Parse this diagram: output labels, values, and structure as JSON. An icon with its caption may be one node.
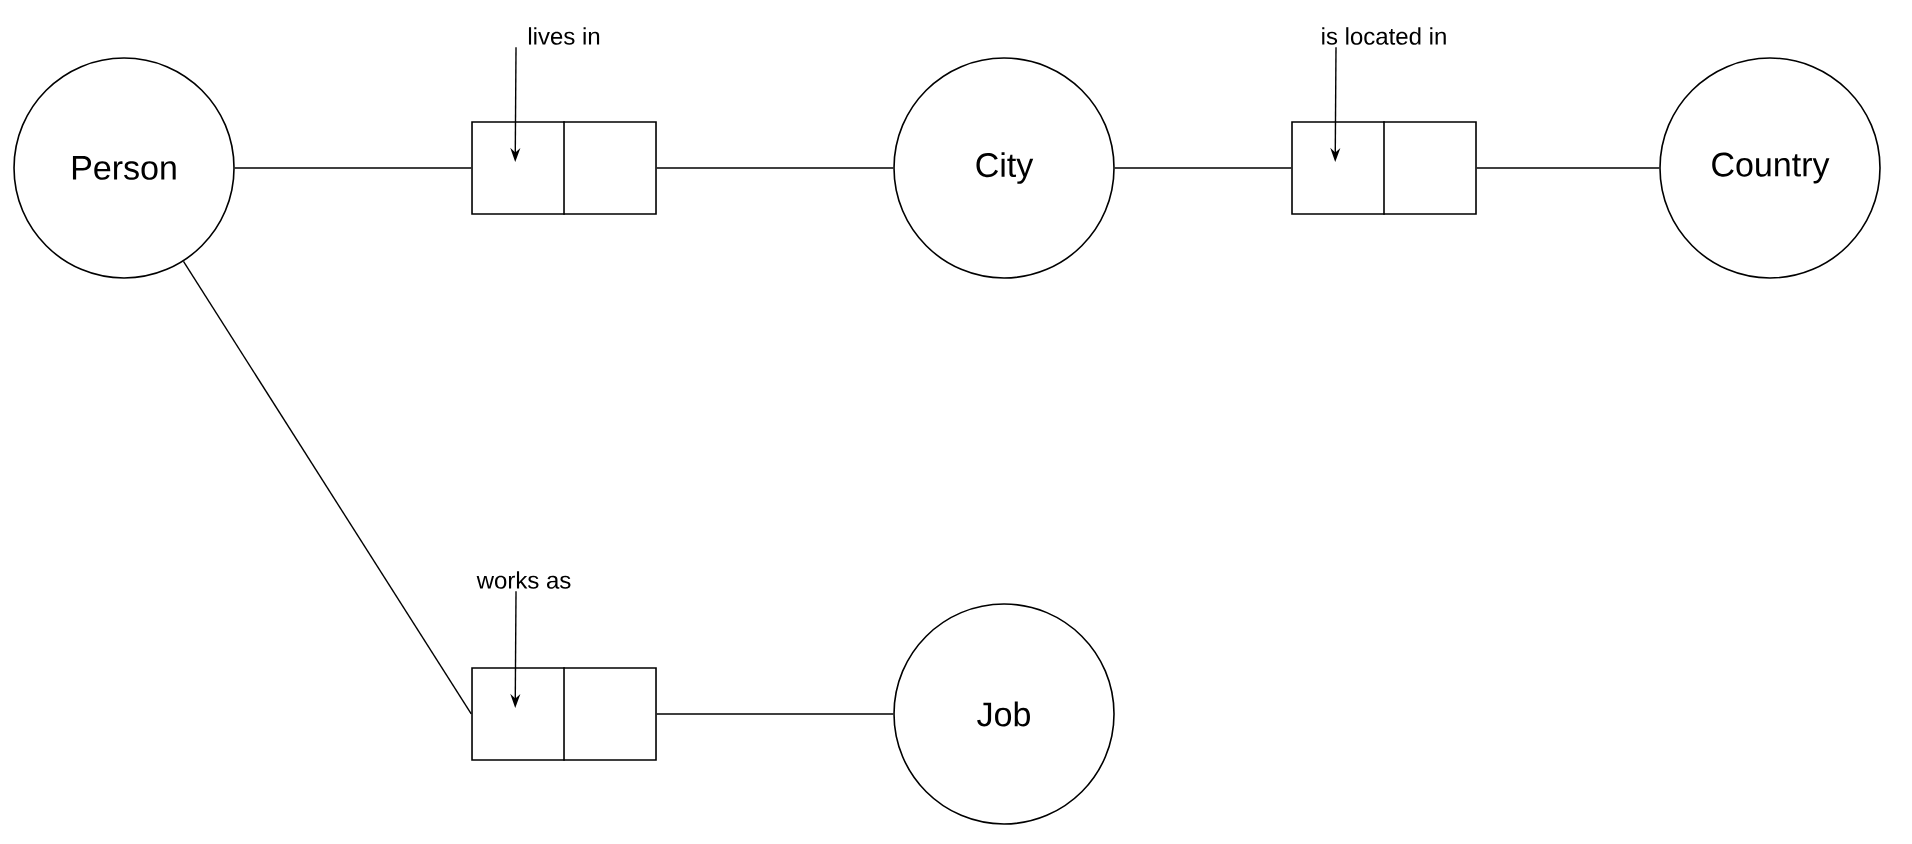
{
  "diagram": {
    "nodes": [
      {
        "text": [
          "Person"
        ]
      },
      {
        "text": [
          "lives in"
        ]
      },
      {
        "text": [],
        "shape": "box"
      },
      {
        "text": [
          "City"
        ]
      },
      {
        "text": [
          "is located in"
        ]
      },
      {
        "text": [],
        "shape": "box"
      },
      {
        "text": [
          "Country"
        ]
      },
      {
        "text": [
          "works as"
        ]
      },
      {
        "text": [],
        "shape": "box"
      },
      {
        "text": [
          "Job"
        ]
      }
    ],
    "edges": [
      {
        "from": 0,
        "to": 2,
        "arrow": "none"
      },
      {
        "from": 2,
        "to": 3,
        "arrow": "none"
      },
      {
        "from": 3,
        "to": 5,
        "arrow": "none"
      },
      {
        "from": 5,
        "to": 6,
        "arrow": "none"
      },
      {
        "from": 0,
        "to": 8,
        "arrow": "none"
      },
      {
        "from": 8,
        "to": 9,
        "arrow": "none"
      },
      {
        "from": 1,
        "to": 2,
        "arrow": "to"
      },
      {
        "from": 4,
        "to": 5,
        "arrow": "to"
      },
      {
        "from": 7,
        "to": 8,
        "arrow": "to"
      }
    ]
  }
}
